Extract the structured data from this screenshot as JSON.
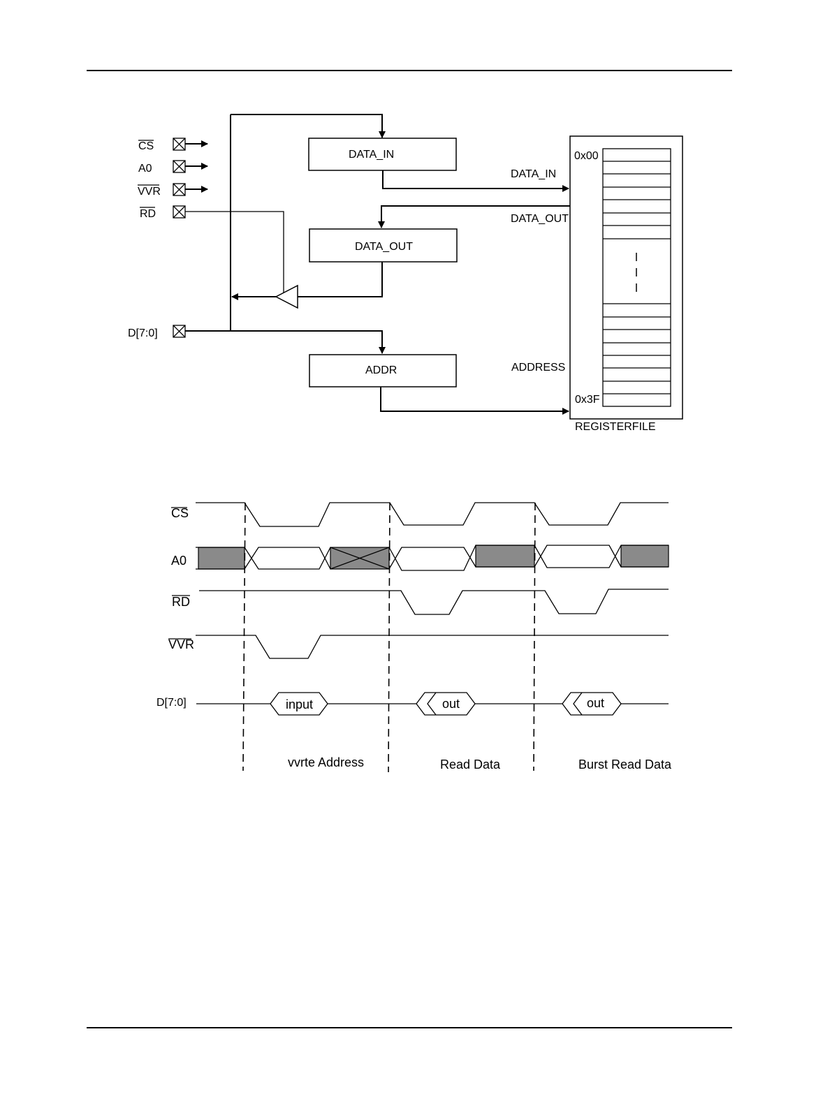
{
  "block_diagram": {
    "pins": {
      "cs": "CS",
      "a0": "A0",
      "wr": "VVR",
      "rd": "RD",
      "d": "D[7:0]"
    },
    "blocks": {
      "data_in": "DATA_IN",
      "data_out": "DATA_OUT",
      "addr": "ADDR"
    },
    "signals": {
      "data_in": "DATA_IN",
      "data_out": "DATA_OUT",
      "address": "ADDRESS"
    },
    "registerfile": {
      "label": "REGISTERFILE",
      "first_address": "0x00",
      "last_address": "0x3F"
    }
  },
  "timing_diagram": {
    "signals": {
      "cs": "CS",
      "a0": "A0",
      "rd": "RD",
      "wr": "VVR",
      "d": "D[7:0]"
    },
    "bus_values": {
      "input": "input",
      "out_1": "out",
      "out_2": "out"
    },
    "phases": {
      "write_address": "vvrte Address",
      "read_data": "Read Data",
      "burst_read_data": "Burst Read Data"
    }
  }
}
